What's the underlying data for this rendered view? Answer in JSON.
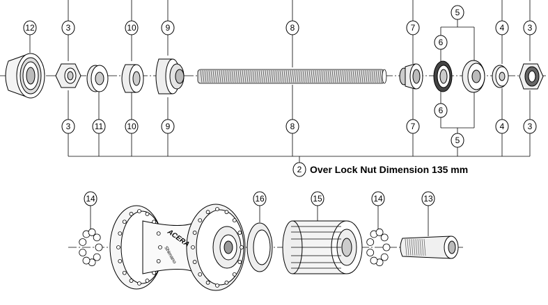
{
  "parts": {
    "p2": "2",
    "p3": "3",
    "p4": "4",
    "p5": "5",
    "p6": "6",
    "p7": "7",
    "p8": "8",
    "p9": "9",
    "p10": "10",
    "p11": "11",
    "p12": "12",
    "p13": "13",
    "p14": "14",
    "p15": "15",
    "p16": "16"
  },
  "dimension_label": "Over Lock Nut Dimension 135 mm",
  "hub_logo_text": "Shimano",
  "hub_brand_text": "ACERA"
}
